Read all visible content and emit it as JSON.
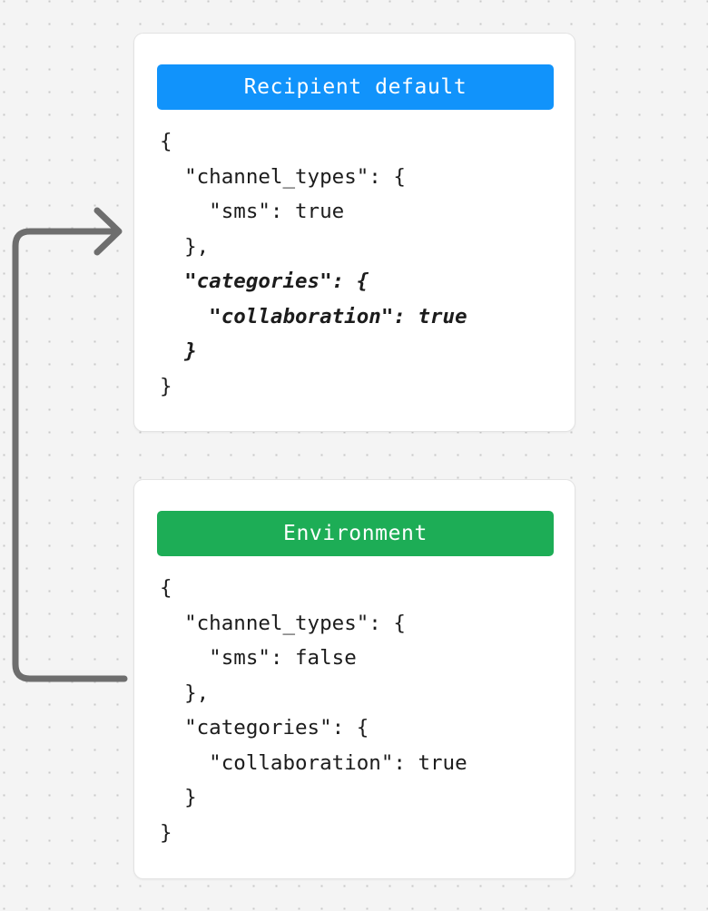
{
  "background": {
    "color": "#f4f4f4",
    "dot_color": "#c9c9c9",
    "pattern": "dot-grid"
  },
  "connector": {
    "name": "override-arrow",
    "color": "#6e6e6e",
    "direction": "from-environment-to-recipient-default",
    "arrowhead": "right"
  },
  "cards": [
    {
      "id": "recipient-default",
      "header": {
        "label": "Recipient default",
        "background": "#1193fb",
        "text_color": "#ffffff"
      },
      "code_lines": [
        {
          "text": "{",
          "emphasis": false
        },
        {
          "text": "  \"channel_types\": {",
          "emphasis": false
        },
        {
          "text": "    \"sms\": true",
          "emphasis": false
        },
        {
          "text": "  },",
          "emphasis": false
        },
        {
          "text": "  \"categories\": {",
          "emphasis": true
        },
        {
          "text": "    \"collaboration\": true",
          "emphasis": true
        },
        {
          "text": "  }",
          "emphasis": true
        },
        {
          "text": "}",
          "emphasis": false
        }
      ]
    },
    {
      "id": "environment",
      "header": {
        "label": "Environment",
        "background": "#1dad56",
        "text_color": "#ffffff"
      },
      "code_lines": [
        {
          "text": "{",
          "emphasis": false
        },
        {
          "text": "  \"channel_types\": {",
          "emphasis": false
        },
        {
          "text": "    \"sms\": false",
          "emphasis": false
        },
        {
          "text": "  },",
          "emphasis": false
        },
        {
          "text": "  \"categories\": {",
          "emphasis": false
        },
        {
          "text": "    \"collaboration\": true",
          "emphasis": false
        },
        {
          "text": "  }",
          "emphasis": false
        },
        {
          "text": "}",
          "emphasis": false
        }
      ]
    }
  ]
}
